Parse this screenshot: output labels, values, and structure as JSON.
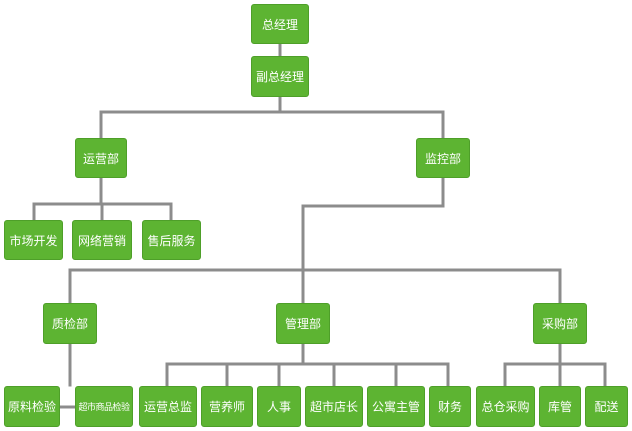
{
  "colors": {
    "node_fill": "#5db432",
    "node_border": "#4e9f29",
    "connector": "#8c8c8c",
    "text": "#ffffff"
  },
  "nodes": {
    "gm": "总经理",
    "deputy_gm": "副总经理",
    "operations": "运营部",
    "monitoring": "监控部",
    "market_dev": "市场开发",
    "online_marketing": "网络营销",
    "after_sales": "售后服务",
    "quality": "质检部",
    "management": "管理部",
    "purchasing": "采购部",
    "raw_inspection": "原料检验",
    "goods_inspection": "超市商品检验",
    "ops_supervisor": "运营总监",
    "nutritionist": "营养师",
    "hr": "人事",
    "store_manager": "超市店长",
    "apartment_manager": "公寓主管",
    "finance": "财务",
    "central_purchasing": "总仓采购",
    "warehouse": "库管",
    "delivery": "配送"
  }
}
